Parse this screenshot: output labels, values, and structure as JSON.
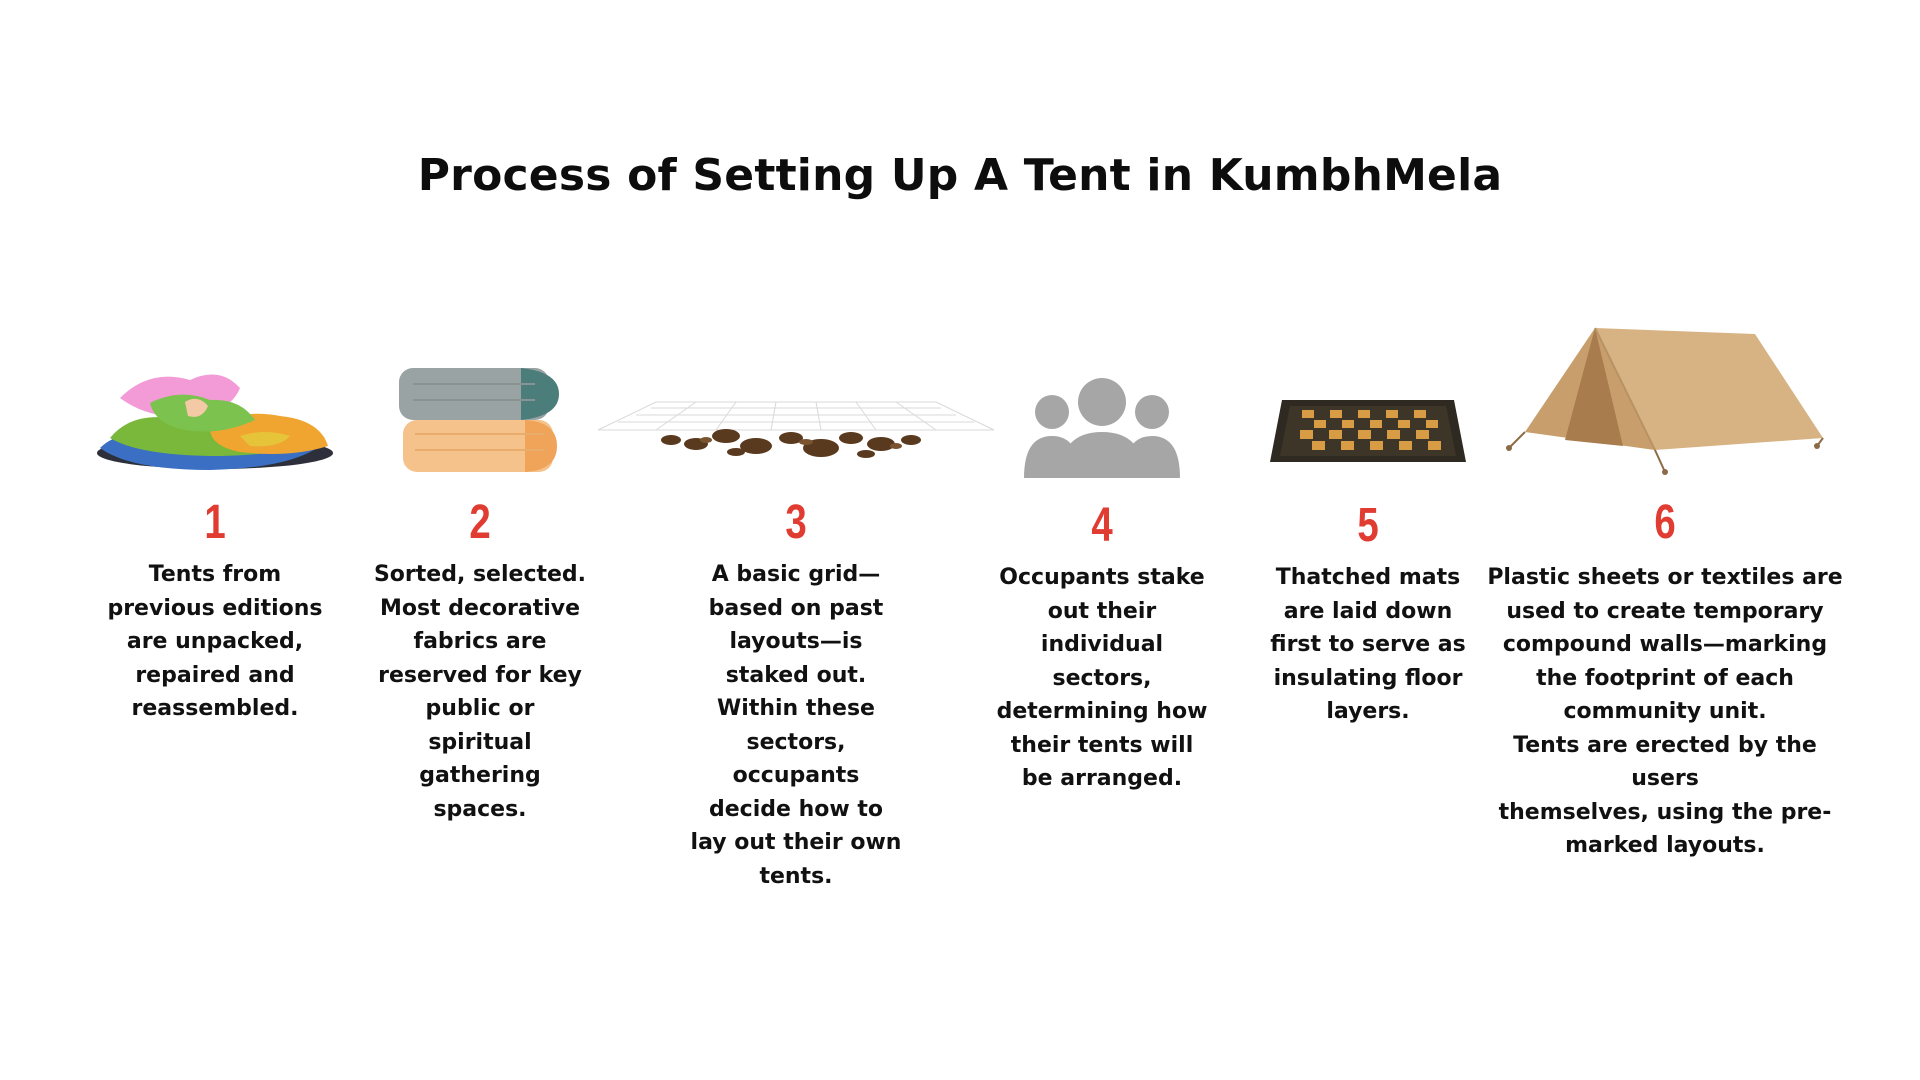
{
  "title": "Process of Setting Up A Tent in KumbhMela",
  "steps": [
    {
      "number": "1",
      "icon": "fabric-pile-icon",
      "text": "Tents from\nprevious editions\nare unpacked,\nrepaired and\nreassembled."
    },
    {
      "number": "2",
      "icon": "folded-fabrics-icon",
      "text": "Sorted, selected.\nMost decorative\nfabrics are\nreserved for key\npublic or\nspiritual\ngathering\nspaces."
    },
    {
      "number": "3",
      "icon": "ground-grid-icon",
      "text": "A basic grid—\nbased on past\nlayouts—is\nstaked out.\nWithin these\nsectors,\noccupants\ndecide how to\nlay out their own\ntents."
    },
    {
      "number": "4",
      "icon": "people-group-icon",
      "text": "Occupants stake\nout their\nindividual\nsectors,\ndetermining how\ntheir tents will\nbe arranged."
    },
    {
      "number": "5",
      "icon": "thatched-mat-icon",
      "text": "Thatched mats\nare laid down\nfirst to serve as\ninsulating floor\nlayers."
    },
    {
      "number": "6",
      "icon": "tent-icon",
      "text": "Plastic sheets or textiles are\nused to create temporary\ncompound walls—marking\nthe footprint of each\ncommunity unit.\nTents are erected by the users\nthemselves, using the pre-\nmarked layouts."
    }
  ],
  "colors": {
    "number": "#e03c31",
    "text": "#111111",
    "background": "#ffffff"
  }
}
